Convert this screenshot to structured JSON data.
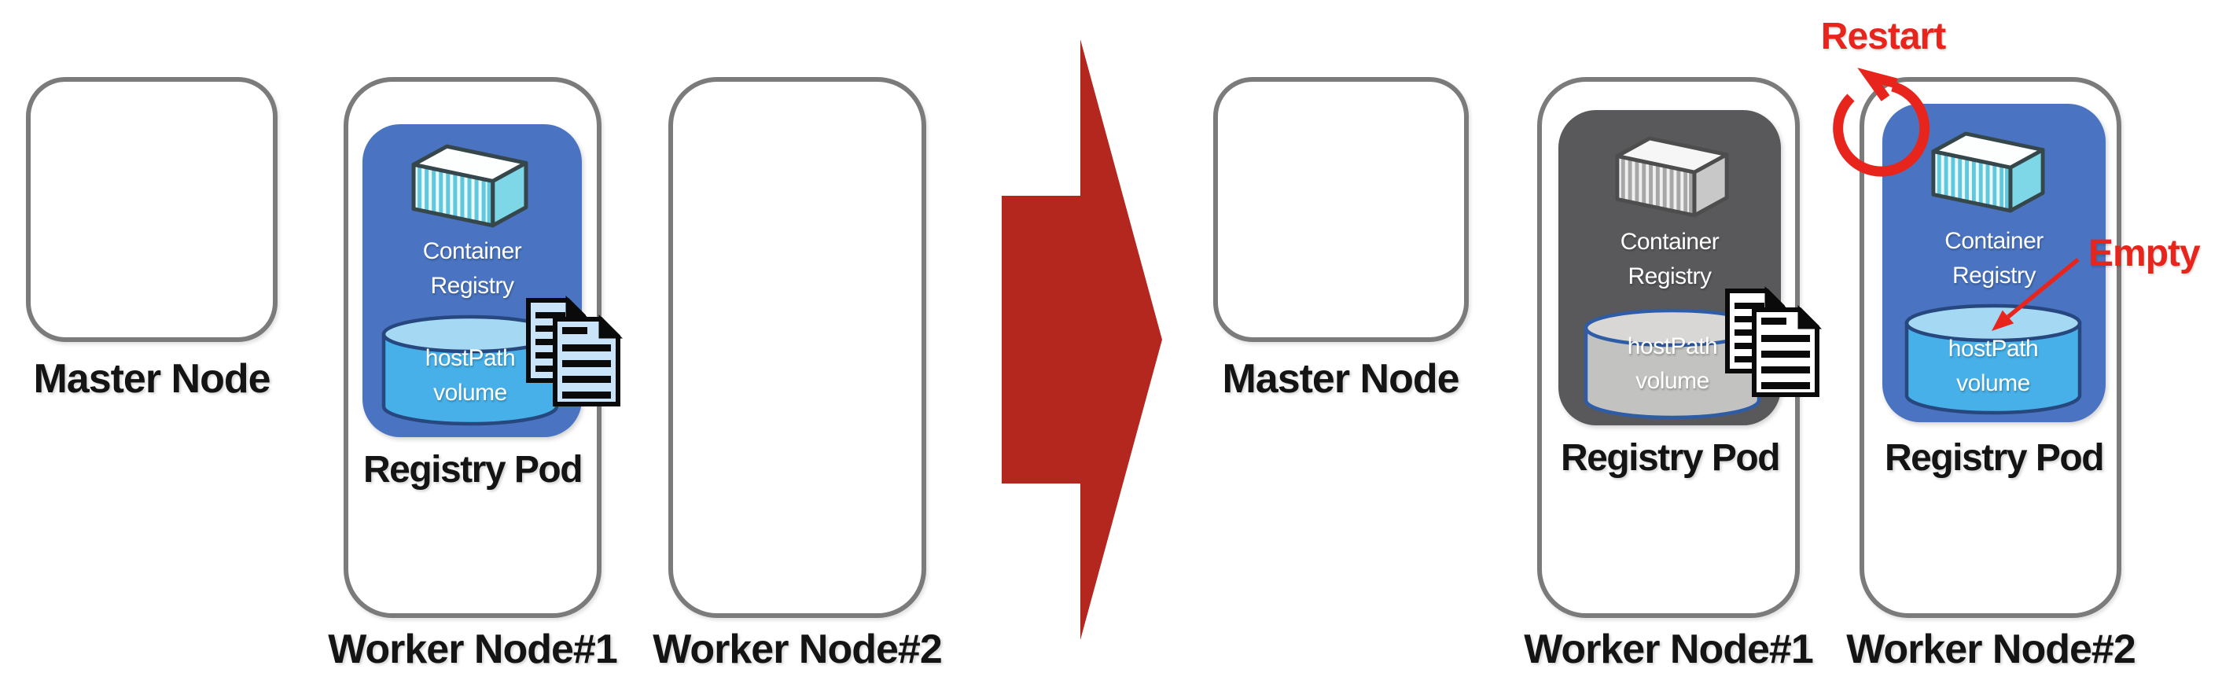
{
  "scene_before": {
    "master_node": {
      "label": "Master Node"
    },
    "worker_node_1": {
      "label": "Worker Node#1",
      "registry_pod": {
        "label": "Registry Pod",
        "container": {
          "line1": "Container",
          "line2": "Registry"
        },
        "volume": {
          "line1": "hostPath",
          "line2": "volume"
        }
      }
    },
    "worker_node_2": {
      "label": "Worker Node#2"
    }
  },
  "scene_after": {
    "master_node": {
      "label": "Master Node"
    },
    "worker_node_1": {
      "label": "Worker Node#1",
      "registry_pod": {
        "label": "Registry Pod",
        "container": {
          "line1": "Container",
          "line2": "Registry"
        },
        "volume": {
          "line1": "hostPath",
          "line2": "volume"
        }
      }
    },
    "worker_node_2": {
      "label": "Worker Node#2",
      "registry_pod": {
        "label": "Registry Pod",
        "container": {
          "line1": "Container",
          "line2": "Registry"
        },
        "volume": {
          "line1": "hostPath",
          "line2": "volume"
        }
      }
    }
  },
  "annotations": {
    "restart": "Restart",
    "empty": "Empty"
  },
  "colors": {
    "pod_blue": "#4A74C1",
    "pod_gray": "#59595B",
    "node_border_gray": "#7B7B7B",
    "volume_body_blue": "#47B0E8",
    "volume_top_blue": "#A5D8F3",
    "volume_outline_navy": "#27477F",
    "volume_body_gray": "#C2C2C0",
    "volume_top_gray": "#D8D7D6",
    "volume_outline_blue": "#2E5CA6",
    "container_teal": "#5FC8DC",
    "container_gray": "#A7A7A7",
    "doc_fill_blue": "#C9E3F8",
    "doc_fill_white": "#FFFFFF",
    "big_arrow_red": "#B3271E",
    "accent_red": "#E8251C",
    "text_black": "#141414",
    "text_white": "#FFFFFF"
  }
}
